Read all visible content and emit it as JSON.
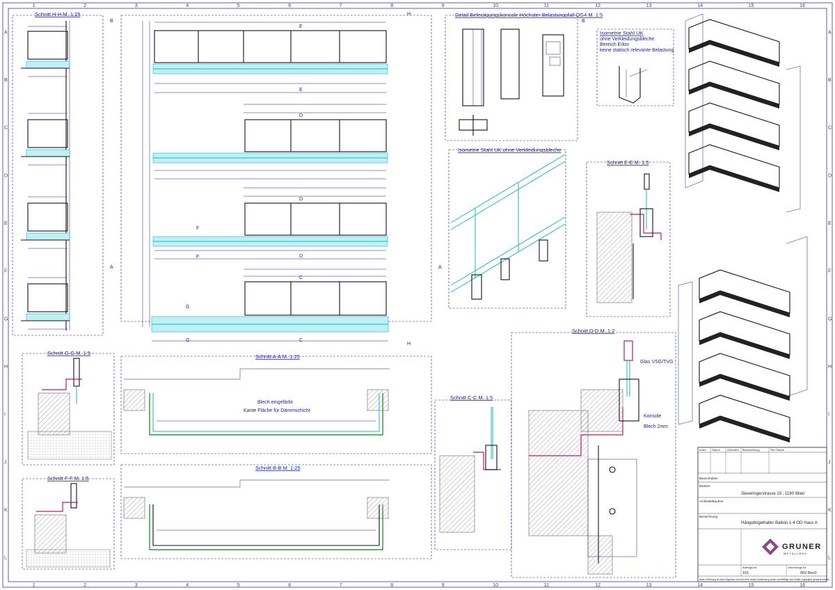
{
  "sheet": {
    "columns": [
      "1",
      "2",
      "3",
      "4",
      "5",
      "6",
      "7",
      "8",
      "9",
      "10",
      "11",
      "12",
      "13",
      "14",
      "15",
      "16"
    ],
    "rows": [
      "A",
      "B",
      "C",
      "D",
      "E",
      "F",
      "G",
      "H",
      "I",
      "J",
      "K",
      "L"
    ]
  },
  "views": {
    "schnitt_hh": "Schnitt H-H M. 1:25",
    "detail_konsole": "Detail Befestigungskonsole Höchster Belastungsfall OG4 M. 1:5",
    "isometrie_erker": [
      "Isometrie Stahl UK",
      "ohne Verkleidungsbleche",
      "Bereich Erker",
      "keine statisch relevante Belastung"
    ],
    "isometrie_uk": "Isometrie Stahl UK ohne Verkleidungsbleche",
    "schnitt_ee": "Schnitt E-E M. 1:5",
    "schnitt_gg": "Schnitt G-G M. 1:5",
    "schnitt_aa": "Schnitt A-A M. 1:25",
    "schnitt_bb": "Schnitt B-B M. 1:25",
    "schnitt_cc": "Schnitt C-C M. 1:5",
    "schnitt_dd": "Schnitt D-D M. 1:2",
    "schnitt_ff": "Schnitt F-F M. 1:5"
  },
  "section_markers": {
    "A": "A",
    "B": "B",
    "C": "C",
    "D": "D",
    "E": "E",
    "F": "F",
    "G": "G",
    "H": "H"
  },
  "plan_labels": {
    "blech_eingefaerbt": "Blech eingefärbt",
    "kante_daemmschicht": "Kante Fläche für Dämmschicht"
  },
  "dd_labels": {
    "glas": "Glas VSG/TVG",
    "konsole": "Konsole",
    "blech": "Blech 2mm"
  },
  "title_block": {
    "headers": [
      "Index",
      "Datum",
      "Geändert",
      "Beschreibung"
    ],
    "header_rev": "Rev Datum",
    "bauvorhaben_label": "Bauvorhaben",
    "bauherr_label": "Bauherr",
    "address": "Sieveringerstrasse 15 , 1190 Wien",
    "architekt_label": "Architekt/Bauherr",
    "bezeichnung_label": "Bezeichnung",
    "description": "Hängebügelhalter Balkon 1-4 OG Haus A",
    "company": "GRUNER",
    "company_sub": "METALLBAU",
    "auftrag_label": "Auftrags-Nr.",
    "auftrag": "101",
    "zeichnung_label": "Zeichnungs-Nr.",
    "zeichnung": "002.Rev0",
    "footer_note": "Diese Zeichnung ist unser Eigentum und darf ohne unsere Zustimmung weder vervielfältigt noch Dritten zugänglich gemacht werden."
  },
  "colors": {
    "line": "#1a1aa6",
    "glass": "#19b7c8",
    "structure": "#111111",
    "seal": "#b0206a",
    "logo": "#8a4a8a"
  }
}
